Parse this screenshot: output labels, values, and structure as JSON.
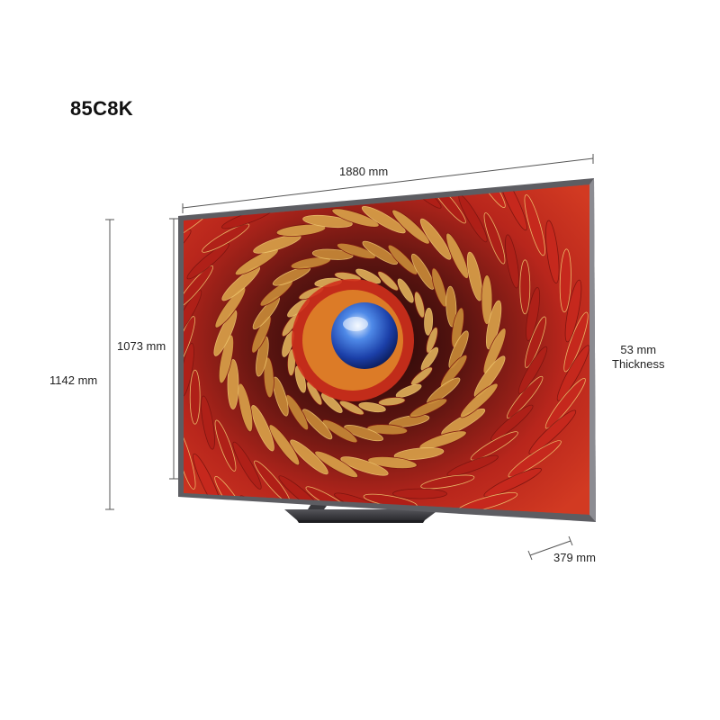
{
  "product": {
    "model": "85C8K"
  },
  "dimensions": {
    "width": "1880 mm",
    "screen_height": "1073 mm",
    "total_height": "1142 mm",
    "thickness_value": "53 mm",
    "thickness_label": "Thickness",
    "stand_depth": "379 mm"
  },
  "colors": {
    "frame": "#6b6b70",
    "screen_red": "#c0201a",
    "screen_gold": "#c8963a",
    "orb_blue": "#2a5fd0"
  }
}
